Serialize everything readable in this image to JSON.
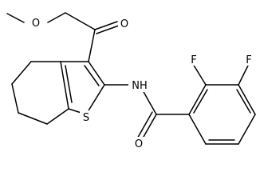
{
  "molecule": {
    "atoms": {
      "o_ester": "O",
      "o_carbonyl": "O",
      "s": "S",
      "nh": "NH",
      "o_amide": "O",
      "f_ortho": "F",
      "f_meta": "F"
    }
  }
}
